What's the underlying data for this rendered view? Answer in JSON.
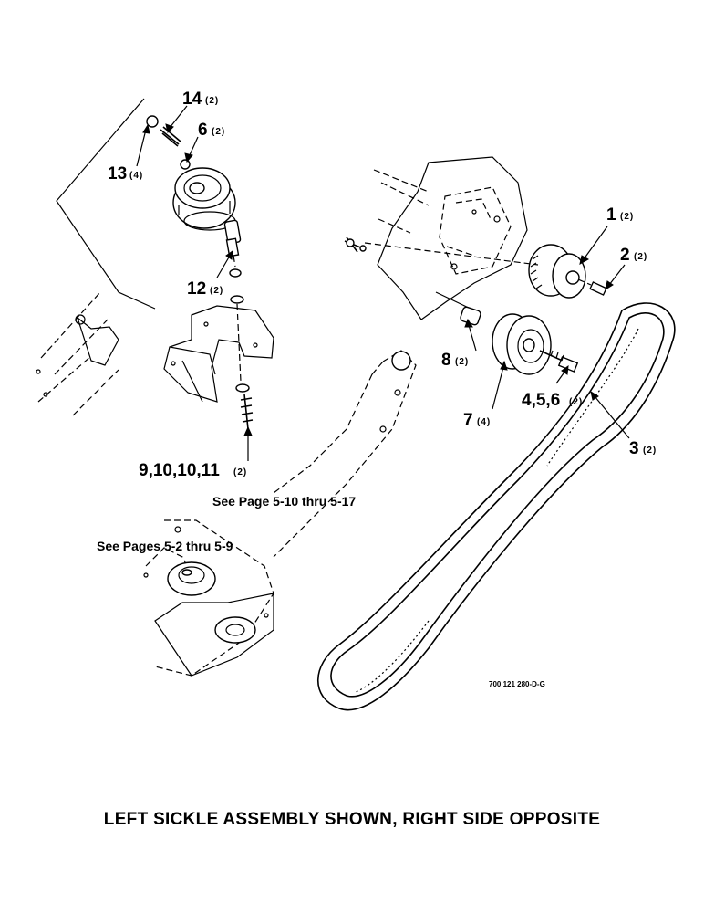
{
  "callouts": [
    {
      "id": "c14",
      "number": "14",
      "qty": "(2)"
    },
    {
      "id": "c6",
      "number": "6",
      "qty": "(2)"
    },
    {
      "id": "c13",
      "number": "13",
      "qty": "(4)"
    },
    {
      "id": "c12",
      "number": "12",
      "qty": "(2)"
    },
    {
      "id": "c9",
      "number": "9,10,10,11",
      "qty": "(2)"
    },
    {
      "id": "c1",
      "number": "1",
      "qty": "(2)"
    },
    {
      "id": "c2",
      "number": "2",
      "qty": "(2)"
    },
    {
      "id": "c8",
      "number": "8",
      "qty": "(2)"
    },
    {
      "id": "c7",
      "number": "7",
      "qty": "(4)"
    },
    {
      "id": "c4",
      "number": "4,5,6",
      "qty": "(2)"
    },
    {
      "id": "c3",
      "number": "3",
      "qty": "(2)"
    }
  ],
  "references": {
    "page_ref_1": "See Page 5-10 thru 5-17",
    "page_ref_2": "See Pages 5-2 thru 5-9"
  },
  "drawing_code": "700 121 280-D-G",
  "caption": "LEFT SICKLE ASSEMBLY SHOWN, RIGHT SIDE OPPOSITE"
}
